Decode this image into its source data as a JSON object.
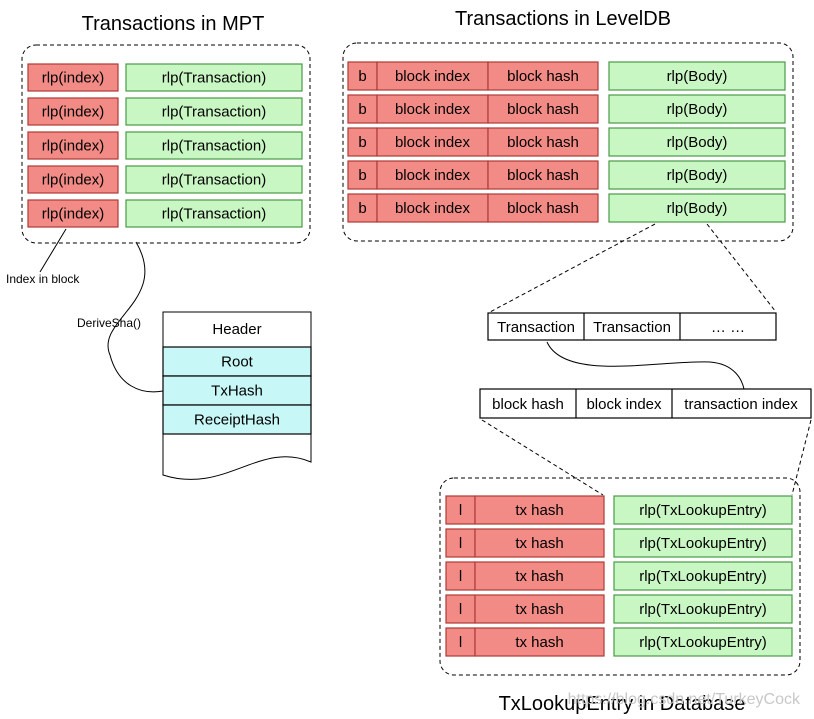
{
  "mpt": {
    "title": "Transactions in MPT",
    "key_label": "rlp(index)",
    "value_label": "rlp(Transaction)",
    "row_count": 5,
    "index_note": "Index in block",
    "derive_note": "DeriveSha()"
  },
  "header": {
    "title": "Header",
    "fields": [
      "Root",
      "TxHash",
      "ReceiptHash"
    ]
  },
  "leveldb": {
    "title": "Transactions in LevelDB",
    "prefix": "b",
    "index_label": "block index",
    "hash_label": "block hash",
    "value_label": "rlp(Body)",
    "row_count": 5
  },
  "body": {
    "cells": [
      "Transaction",
      "Transaction",
      "… …"
    ]
  },
  "entry": {
    "cells": [
      "block hash",
      "block index",
      "transaction index"
    ]
  },
  "lookup": {
    "title": "TxLookupEntry in Database",
    "prefix": "l",
    "hash_label": "tx hash",
    "value_label": "rlp(TxLookupEntry)",
    "row_count": 5
  },
  "watermark": {
    "text": "https://blog.csdn.net/TurkeyCock"
  },
  "colors": {
    "red_fill": "#f28b86",
    "red_border": "#b03a36",
    "green_fill": "#c9f7c3",
    "green_border": "#4a9a45",
    "cyan_fill": "#c8f7f7",
    "line": "#000000"
  }
}
